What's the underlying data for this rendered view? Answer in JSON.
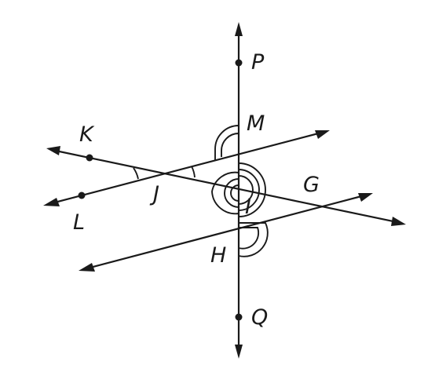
{
  "labels": {
    "P": "P",
    "M": "M",
    "K": "K",
    "L": "L",
    "J": "J",
    "G": "G",
    "I": "I",
    "H": "H",
    "Q": "Q"
  }
}
